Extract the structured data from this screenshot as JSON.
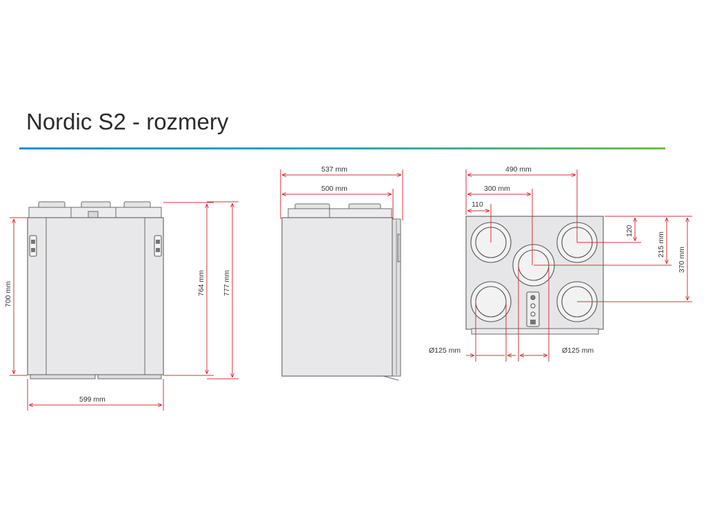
{
  "title": "Nordic S2 - rozmery",
  "colors": {
    "dimension_line": "#d9323b",
    "unit_fill": "#e8e8ea",
    "unit_stroke": "#6a6a6a",
    "rule_start": "#1e8fd6",
    "rule_end": "#6cc04a"
  },
  "front_view": {
    "height_inner": "700 mm",
    "height_mid": "764 mm",
    "height_total": "777 mm",
    "width": "599 mm"
  },
  "side_view": {
    "depth_total": "537 mm",
    "depth_body": "500 mm"
  },
  "top_view": {
    "x_outer": "490 mm",
    "x_center": "300 mm",
    "x_first": "110",
    "y_first": "120",
    "y_center": "215 mm",
    "y_lower": "370 mm",
    "dia_left": "Ø125 mm",
    "dia_right": "Ø125 mm"
  }
}
